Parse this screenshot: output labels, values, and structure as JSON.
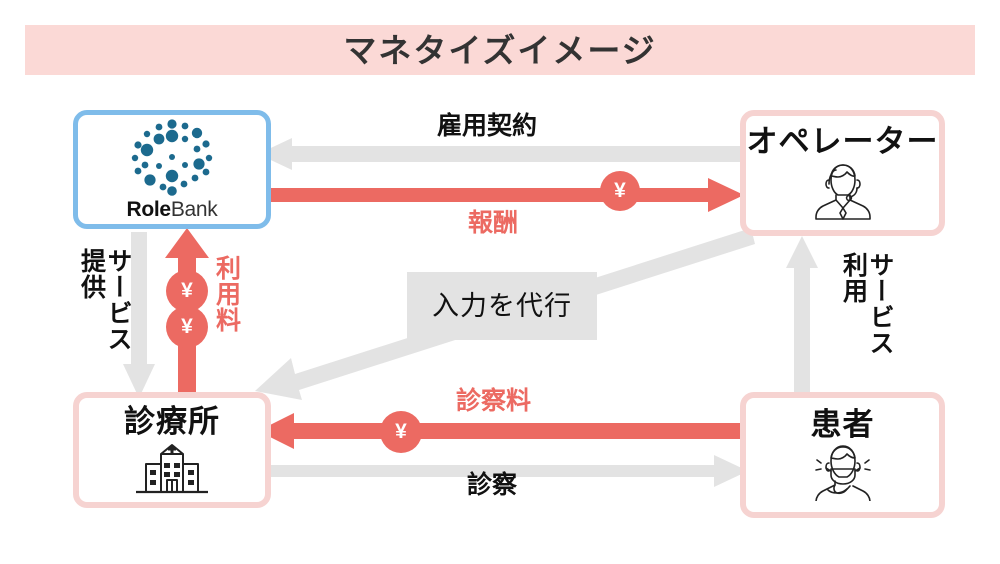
{
  "title": {
    "text": "マネタイズイメージ",
    "banner_color": "#FBD9D6"
  },
  "nodes": {
    "rolebank": {
      "label_bold": "Role",
      "label_light": "Bank",
      "logo_icon": "dot-ring-logo-icon",
      "border_color": "#7FBCEA"
    },
    "operator": {
      "label": "オペレーター",
      "icon": "operator-headset-person-icon",
      "border_color": "#F6D3D1"
    },
    "clinic": {
      "label": "診療所",
      "icon": "hospital-building-icon",
      "border_color": "#F6D3D1"
    },
    "patient": {
      "label": "患者",
      "icon": "masked-coughing-person-icon",
      "border_color": "#F6D3D1"
    }
  },
  "flows": {
    "employment_contract": {
      "label": "雇用契約",
      "color": "#111111",
      "arrow_color": "#E3E3E3",
      "direction": "operator-to-rolebank"
    },
    "remuneration": {
      "label": "報酬",
      "color": "#EC6A62",
      "arrow_color": "#EC6A62",
      "direction": "rolebank-to-operator",
      "yen_badge": "¥"
    },
    "service_provision": {
      "label_col_1": "サービス",
      "label_col_2": "提供",
      "color": "#111111",
      "arrow_color": "#E3E3E3",
      "direction": "rolebank-to-clinic"
    },
    "usage_fee": {
      "label_col_1": "利用料",
      "color": "#EC6A62",
      "arrow_color": "#EC6A62",
      "direction": "clinic-to-rolebank",
      "yen_badge_1": "¥",
      "yen_badge_2": "¥"
    },
    "service_use": {
      "label_col_1": "サービス",
      "label_col_2": "利用",
      "color": "#111111",
      "arrow_color": "#E3E3E3",
      "direction": "patient-to-operator"
    },
    "proxy_input": {
      "label": "入力を代行",
      "color": "#111111",
      "box_color": "#E3E3E3",
      "arrow_color": "#E3E3E3",
      "direction": "operator-to-clinic"
    },
    "consultation_fee": {
      "label": "診察料",
      "color": "#EC6A62",
      "arrow_color": "#EC6A62",
      "direction": "patient-to-clinic",
      "yen_badge": "¥"
    },
    "examination": {
      "label": "診察",
      "color": "#111111",
      "arrow_color": "#E3E3E3",
      "direction": "clinic-to-patient"
    }
  }
}
